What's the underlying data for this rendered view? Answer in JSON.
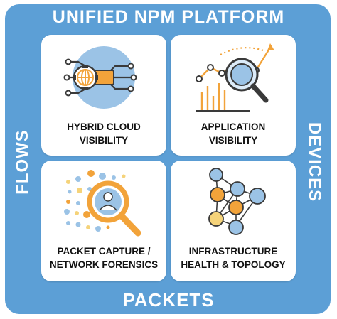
{
  "title": "UNIFIED NPM PLATFORM",
  "sides": {
    "left": "FLOWS",
    "right": "DEVICES",
    "bottom": "PACKETS"
  },
  "tiles": [
    {
      "line1": "HYBRID CLOUD",
      "line2": "VISIBILITY",
      "icon": "cloud-circuit-globe-icon"
    },
    {
      "line1": "APPLICATION",
      "line2": "VISIBILITY",
      "icon": "analytics-magnifier-icon"
    },
    {
      "line1": "PACKET CAPTURE /",
      "line2": "NETWORK FORENSICS",
      "icon": "user-search-icon"
    },
    {
      "line1": "INFRASTRUCTURE",
      "line2": "HEALTH & TOPOLOGY",
      "icon": "network-topology-icon"
    }
  ],
  "colors": {
    "frame": "#5c9fd6",
    "accent_orange": "#f2a33a",
    "accent_yellow": "#f5d37a",
    "icon_blue": "#9bc3e6",
    "icon_dark": "#3a3a3a"
  }
}
